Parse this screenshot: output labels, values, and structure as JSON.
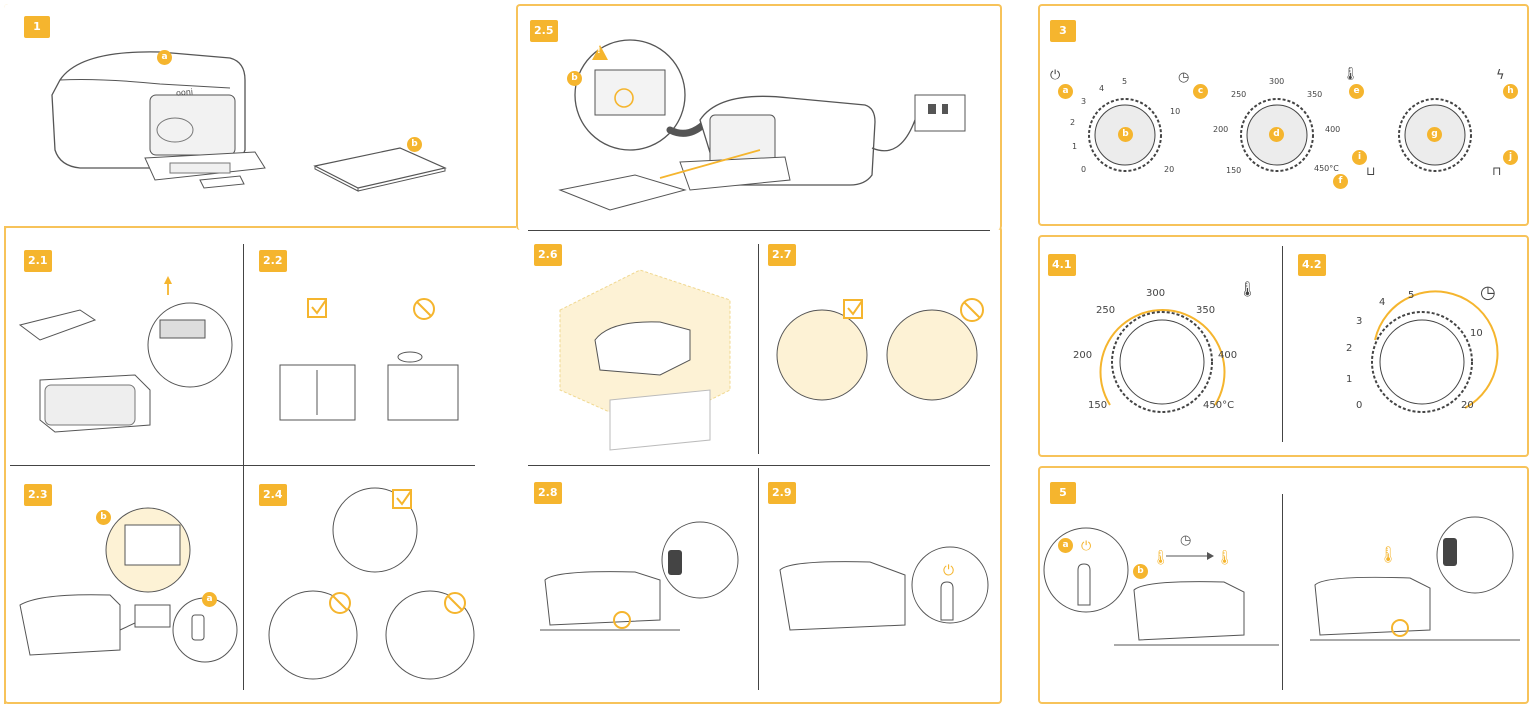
{
  "steps": {
    "s1": "1",
    "s2_5": "2.5",
    "s3": "3",
    "s2_1": "2.1",
    "s2_2": "2.2",
    "s2_6": "2.6",
    "s2_7": "2.7",
    "s4_1": "4.1",
    "s4_2": "4.2",
    "s2_3": "2.3",
    "s2_4": "2.4",
    "s2_8": "2.8",
    "s2_9": "2.9",
    "s5": "5"
  },
  "callouts": {
    "a": "a",
    "b": "b",
    "c": "c",
    "d": "d",
    "e": "e",
    "f": "f",
    "g": "g",
    "h": "h",
    "i": "i",
    "j": "j"
  },
  "oven_logo": "ooni",
  "dial_timer_small": [
    "0",
    "1",
    "2",
    "3",
    "4",
    "5",
    "10",
    "20"
  ],
  "dial_temp_small": [
    "150",
    "200",
    "250",
    "300",
    "350",
    "400",
    "450°C"
  ],
  "dial_timer_large": [
    "0",
    "1",
    "2",
    "3",
    "4",
    "5",
    "10",
    "20"
  ],
  "dial_temp_large": [
    "150",
    "200",
    "250",
    "300",
    "350",
    "400",
    "450°C"
  ],
  "icons": [
    "power-icon",
    "timer-icon",
    "thermometer-icon",
    "lightning-icon",
    "top-heat-icon",
    "bottom-heat-icon",
    "checkmark-icon",
    "prohibited-icon",
    "warning-icon"
  ],
  "colors": {
    "accent": "#f5b52e",
    "frame": "#f7c35a",
    "line": "#555555"
  }
}
